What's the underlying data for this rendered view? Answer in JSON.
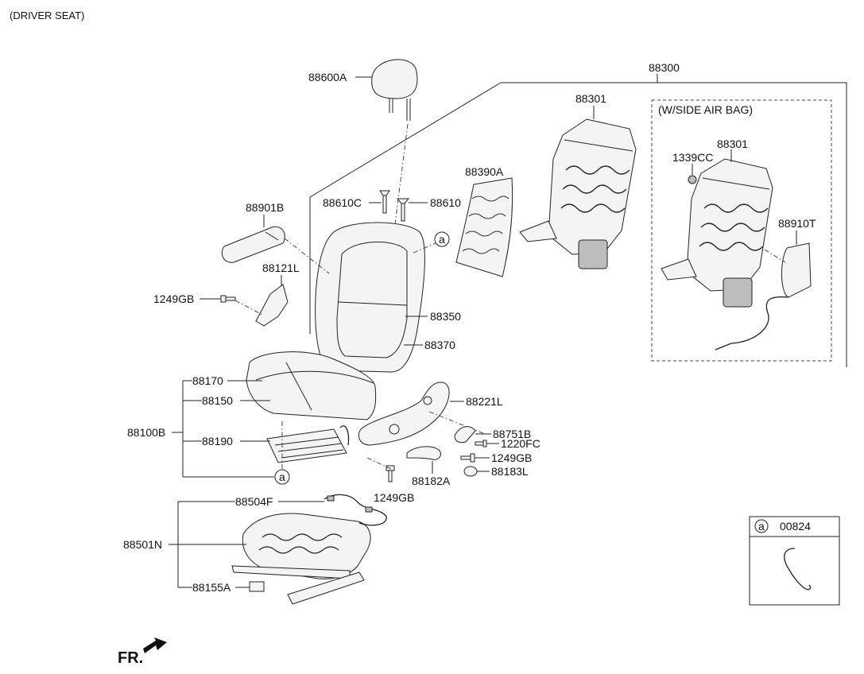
{
  "header": {
    "title": "(DRIVER SEAT)"
  },
  "labels": {
    "p88600A": "88600A",
    "p88300": "88300",
    "p88301": "88301",
    "side_airbag": "(W/SIDE AIR BAG)",
    "p88301_b": "88301",
    "p1339CC": "1339CC",
    "p88910T": "88910T",
    "p88390A": "88390A",
    "p88610C": "88610C",
    "p88610": "88610",
    "p88901B": "88901B",
    "p88121L": "88121L",
    "p1249GB_a": "1249GB",
    "p88350": "88350",
    "p88370": "88370",
    "p88170": "88170",
    "p88150": "88150",
    "p88100B": "88100B",
    "p88190": "88190",
    "p88221L": "88221L",
    "p88751B": "88751B",
    "p1220FC": "1220FC",
    "p1249GB_b": "1249GB",
    "p88182A": "88182A",
    "p88183L": "88183L",
    "p1249GB_c": "1249GB",
    "p88504F": "88504F",
    "p88501N": "88501N",
    "p88155A": "88155A",
    "ref_a_main": "a",
    "ref_a_lower": "a"
  },
  "legend": {
    "symbol": "a",
    "code": "00824"
  },
  "footer": {
    "front": "FR."
  }
}
